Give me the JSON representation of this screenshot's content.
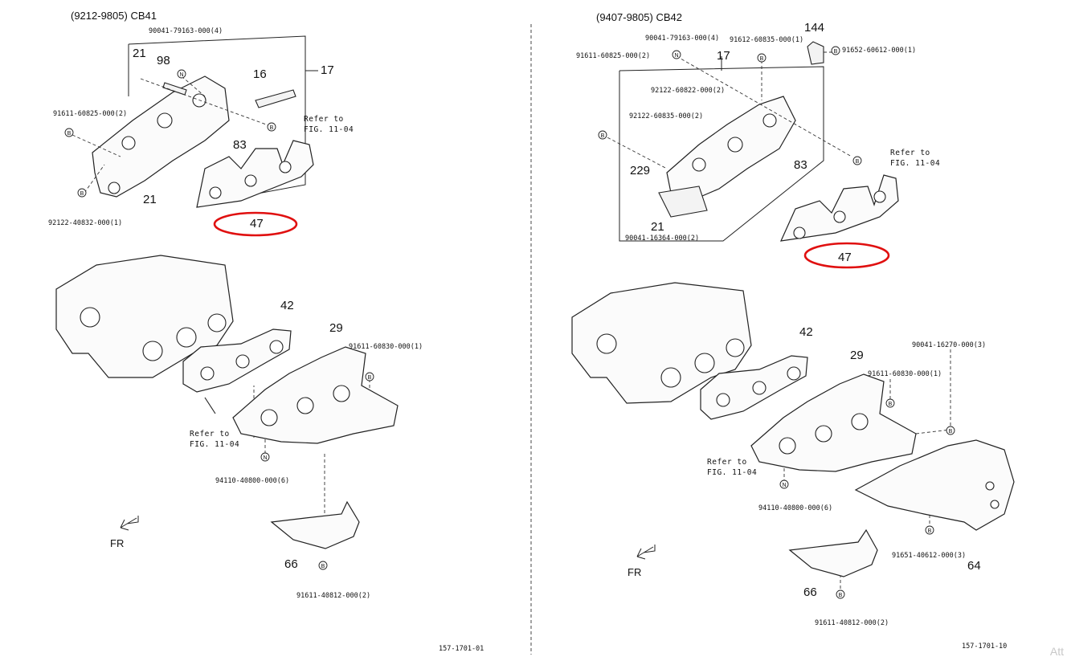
{
  "left": {
    "header": "(9212-9805) CB41",
    "callouts": {
      "p90041": "90041-79163-000(4)",
      "p91611a": "91611-60825-000(2)",
      "p92122": "92122-40832-000(1)",
      "p91611b": "91611-60830-000(1)",
      "p94110": "94110-40800-000(6)",
      "p91611c": "91611-40812-000(2)"
    },
    "nums": {
      "n21a": "21",
      "n98": "98",
      "n16": "16",
      "n17": "17",
      "n83": "83",
      "n21b": "21",
      "n47": "47",
      "n42": "42",
      "n29": "29",
      "n66": "66"
    },
    "refer_line1": "Refer to",
    "refer_line2": "FIG. 11-04",
    "refer2_line1": "Refer to",
    "refer2_line2": "FIG. 11-04",
    "fr": "FR",
    "footer": "157-1701-01"
  },
  "right": {
    "header": "(9407-9805) CB42",
    "callouts": {
      "p90041a": "90041-79163-000(4)",
      "p91612": "91612-60835-000(1)",
      "p91652": "91652-60612-000(1)",
      "p91611a": "91611-60825-000(2)",
      "p92122a": "92122-60822-000(2)",
      "p92122b": "92122-60835-000(2)",
      "p90041b": "90041-16364-000(2)",
      "p90041c": "90041-16270-000(3)",
      "p91611b": "91611-60830-000(1)",
      "p94110": "94110-40800-000(6)",
      "p91651": "91651-40612-000(3)",
      "p91611c": "91611-40812-000(2)"
    },
    "nums": {
      "n144": "144",
      "n17": "17",
      "n83": "83",
      "n229": "229",
      "n21": "21",
      "n47": "47",
      "n42": "42",
      "n29": "29",
      "n64": "64",
      "n66": "66"
    },
    "refer_line1": "Refer to",
    "refer_line2": "FIG. 11-04",
    "refer2_line1": "Refer to",
    "refer2_line2": "FIG. 11-04",
    "fr": "FR",
    "footer": "157-1701-10"
  },
  "marks": {
    "b": "B",
    "n": "N"
  },
  "highlight_color": "#e01010",
  "attribution": "Att"
}
